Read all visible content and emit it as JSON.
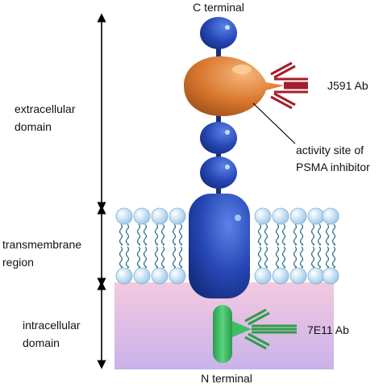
{
  "labels": {
    "c_terminal": "C terminal",
    "n_terminal": "N terminal",
    "extracellular_line1": "extracellular",
    "extracellular_line2": "domain",
    "transmembrane_line1": "transmembrane",
    "transmembrane_line2": "region",
    "intracellular_line1": "intracellular",
    "intracellular_line2": "domain",
    "j591": "J591 Ab",
    "e7e11": "7E11 Ab",
    "activity_line1": "activity site of",
    "activity_line2": "PSMA inhibitor"
  },
  "colors": {
    "protein_blue": "#1f3fa6",
    "protein_highlight": "#6fa0ff",
    "orange_domain": "#d9772e",
    "antibody_red": "#a31f2c",
    "antibody_green": "#2e9e47",
    "green_domain": "#3fbf63",
    "lipid_head": "#b8d9f2",
    "lipid_tail": "#2f6f86",
    "intracellular_bg_top": "#f4c9e0",
    "intracellular_bg_bottom": "#c9b2ea",
    "arrow": "#000000"
  }
}
